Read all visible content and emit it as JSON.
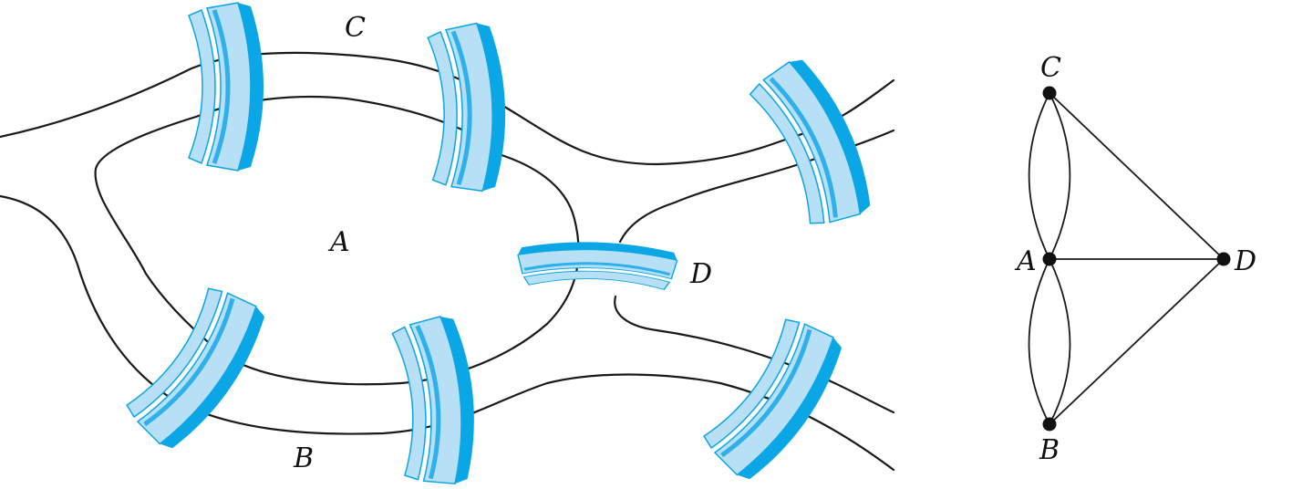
{
  "colors": {
    "bridge_light": "#b7e0f7",
    "bridge_dark": "#0aa6e6",
    "bridge_mid": "#2fb0ea",
    "line": "#1a1a1a"
  },
  "map": {
    "labels": {
      "A": "A",
      "B": "B",
      "C": "C",
      "D": "D"
    },
    "bridge_count": 7
  },
  "graph": {
    "nodes": [
      {
        "id": "C",
        "label": "C"
      },
      {
        "id": "A",
        "label": "A"
      },
      {
        "id": "D",
        "label": "D"
      },
      {
        "id": "B",
        "label": "B"
      }
    ],
    "edges": [
      {
        "from": "A",
        "to": "C"
      },
      {
        "from": "A",
        "to": "C"
      },
      {
        "from": "A",
        "to": "B"
      },
      {
        "from": "A",
        "to": "B"
      },
      {
        "from": "A",
        "to": "D"
      },
      {
        "from": "C",
        "to": "D"
      },
      {
        "from": "B",
        "to": "D"
      }
    ]
  }
}
